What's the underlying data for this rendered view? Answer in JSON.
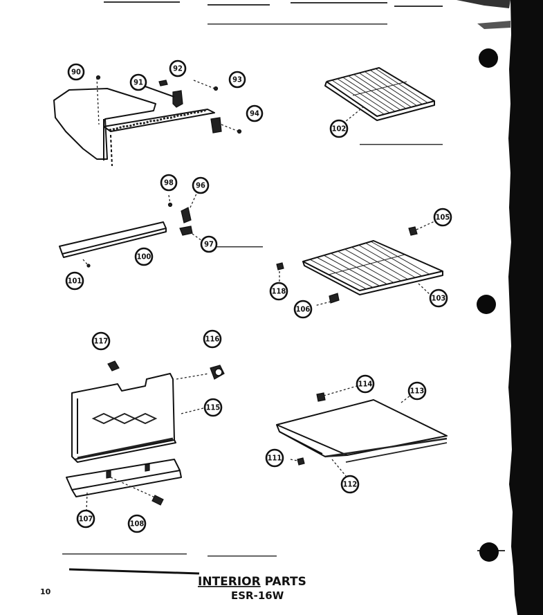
{
  "title": {
    "line1_underlined": "INTERIOR",
    "line1_rest": " PARTS",
    "line2": "ESR-16W"
  },
  "page_number": "10",
  "callouts": {
    "c90": "90",
    "c91": "91",
    "c92": "92",
    "c93": "93",
    "c94": "94",
    "c102": "102",
    "c98": "98",
    "c96": "96",
    "c97": "97",
    "c100": "100",
    "c101": "101",
    "c105": "105",
    "c118": "118",
    "c106": "106",
    "c103": "103",
    "c117": "117",
    "c116": "116",
    "c115": "115",
    "c107": "107",
    "c108": "108",
    "c114": "114",
    "c113": "113",
    "c111": "111",
    "c112": "112"
  }
}
